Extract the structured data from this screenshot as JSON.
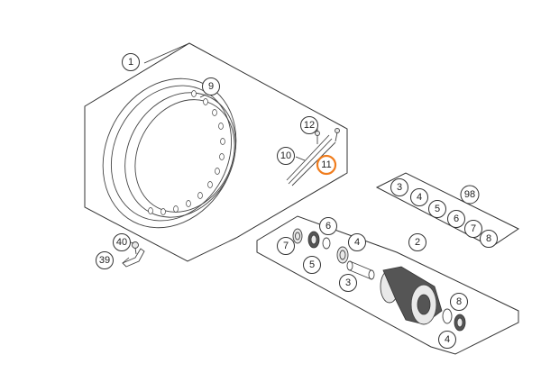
{
  "diagram": {
    "highlighted_item": "11",
    "highlight_color": "#f07d1e",
    "line_color": "#333333",
    "callouts": {
      "c1": "1",
      "c9": "9",
      "c12": "12",
      "c10": "10",
      "c11": "11",
      "c40": "40",
      "c39": "39",
      "kit_3": "3",
      "kit_4": "4",
      "kit_5": "5",
      "kit_6": "6",
      "kit_7": "7",
      "kit_8": "8",
      "kit_98": "98",
      "hub_2": "2",
      "hub_7": "7",
      "hub_6": "6",
      "hub_5": "5",
      "hub_4a": "4",
      "hub_3": "3",
      "hub_8": "8",
      "hub_4b": "4"
    }
  }
}
